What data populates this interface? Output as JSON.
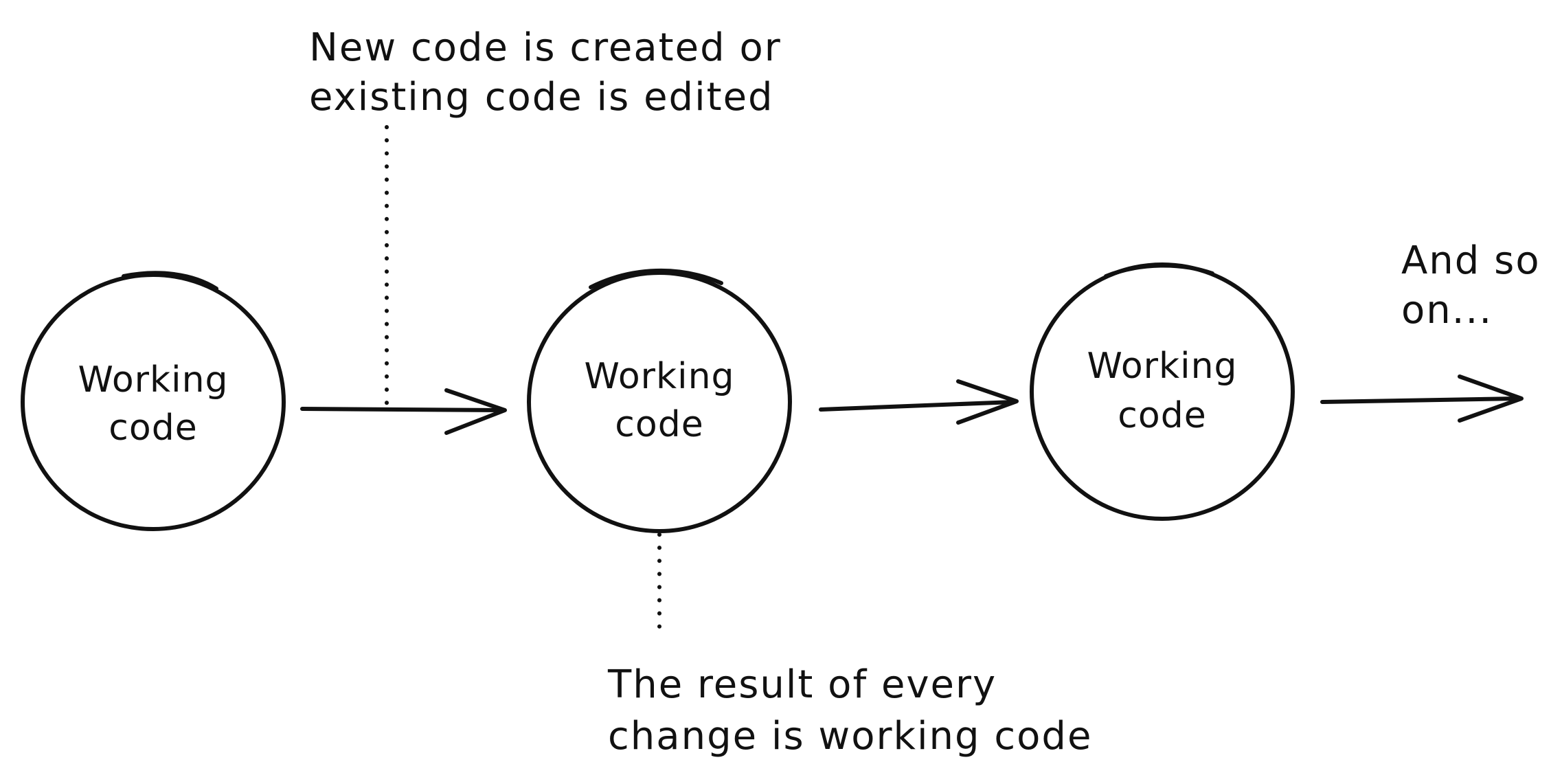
{
  "nodes": [
    {
      "line1": "Working",
      "line2": "code"
    },
    {
      "line1": "Working",
      "line2": "code"
    },
    {
      "line1": "Working",
      "line2": "code"
    }
  ],
  "annotations": {
    "top": {
      "line1": "New code is created or",
      "line2": "existing code is edited"
    },
    "bottom": {
      "line1": "The result of every",
      "line2": "change is working code"
    },
    "end": {
      "line1": "And so",
      "line2": "on..."
    }
  },
  "colors": {
    "ink": "#111111",
    "background": "#ffffff"
  }
}
